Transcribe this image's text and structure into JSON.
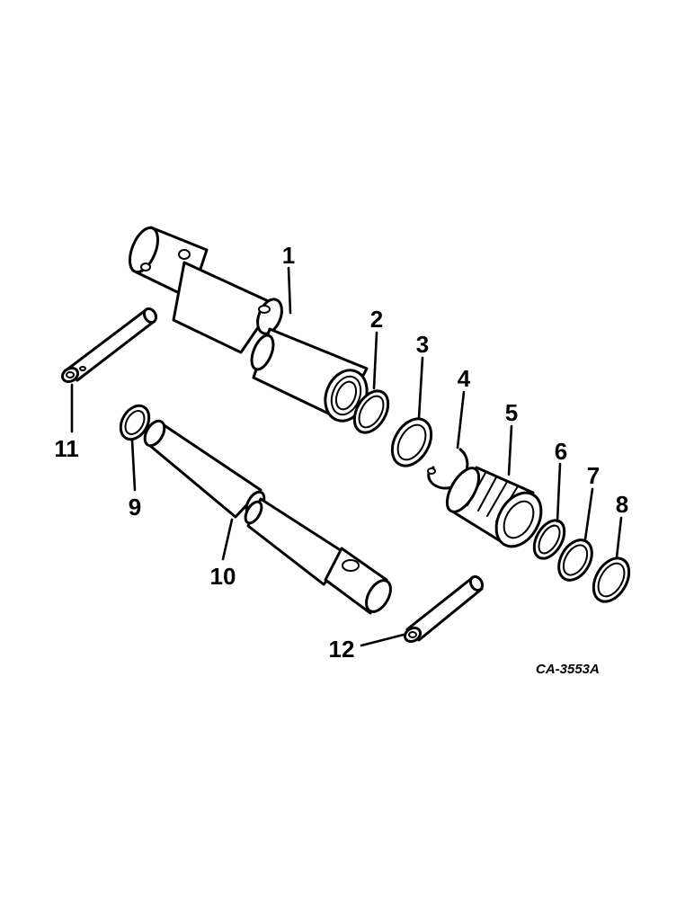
{
  "diagram": {
    "callouts": [
      "1",
      "2",
      "3",
      "4",
      "5",
      "6",
      "7",
      "8",
      "9",
      "10",
      "11",
      "12"
    ],
    "drawing_code": "CA-3553A"
  }
}
